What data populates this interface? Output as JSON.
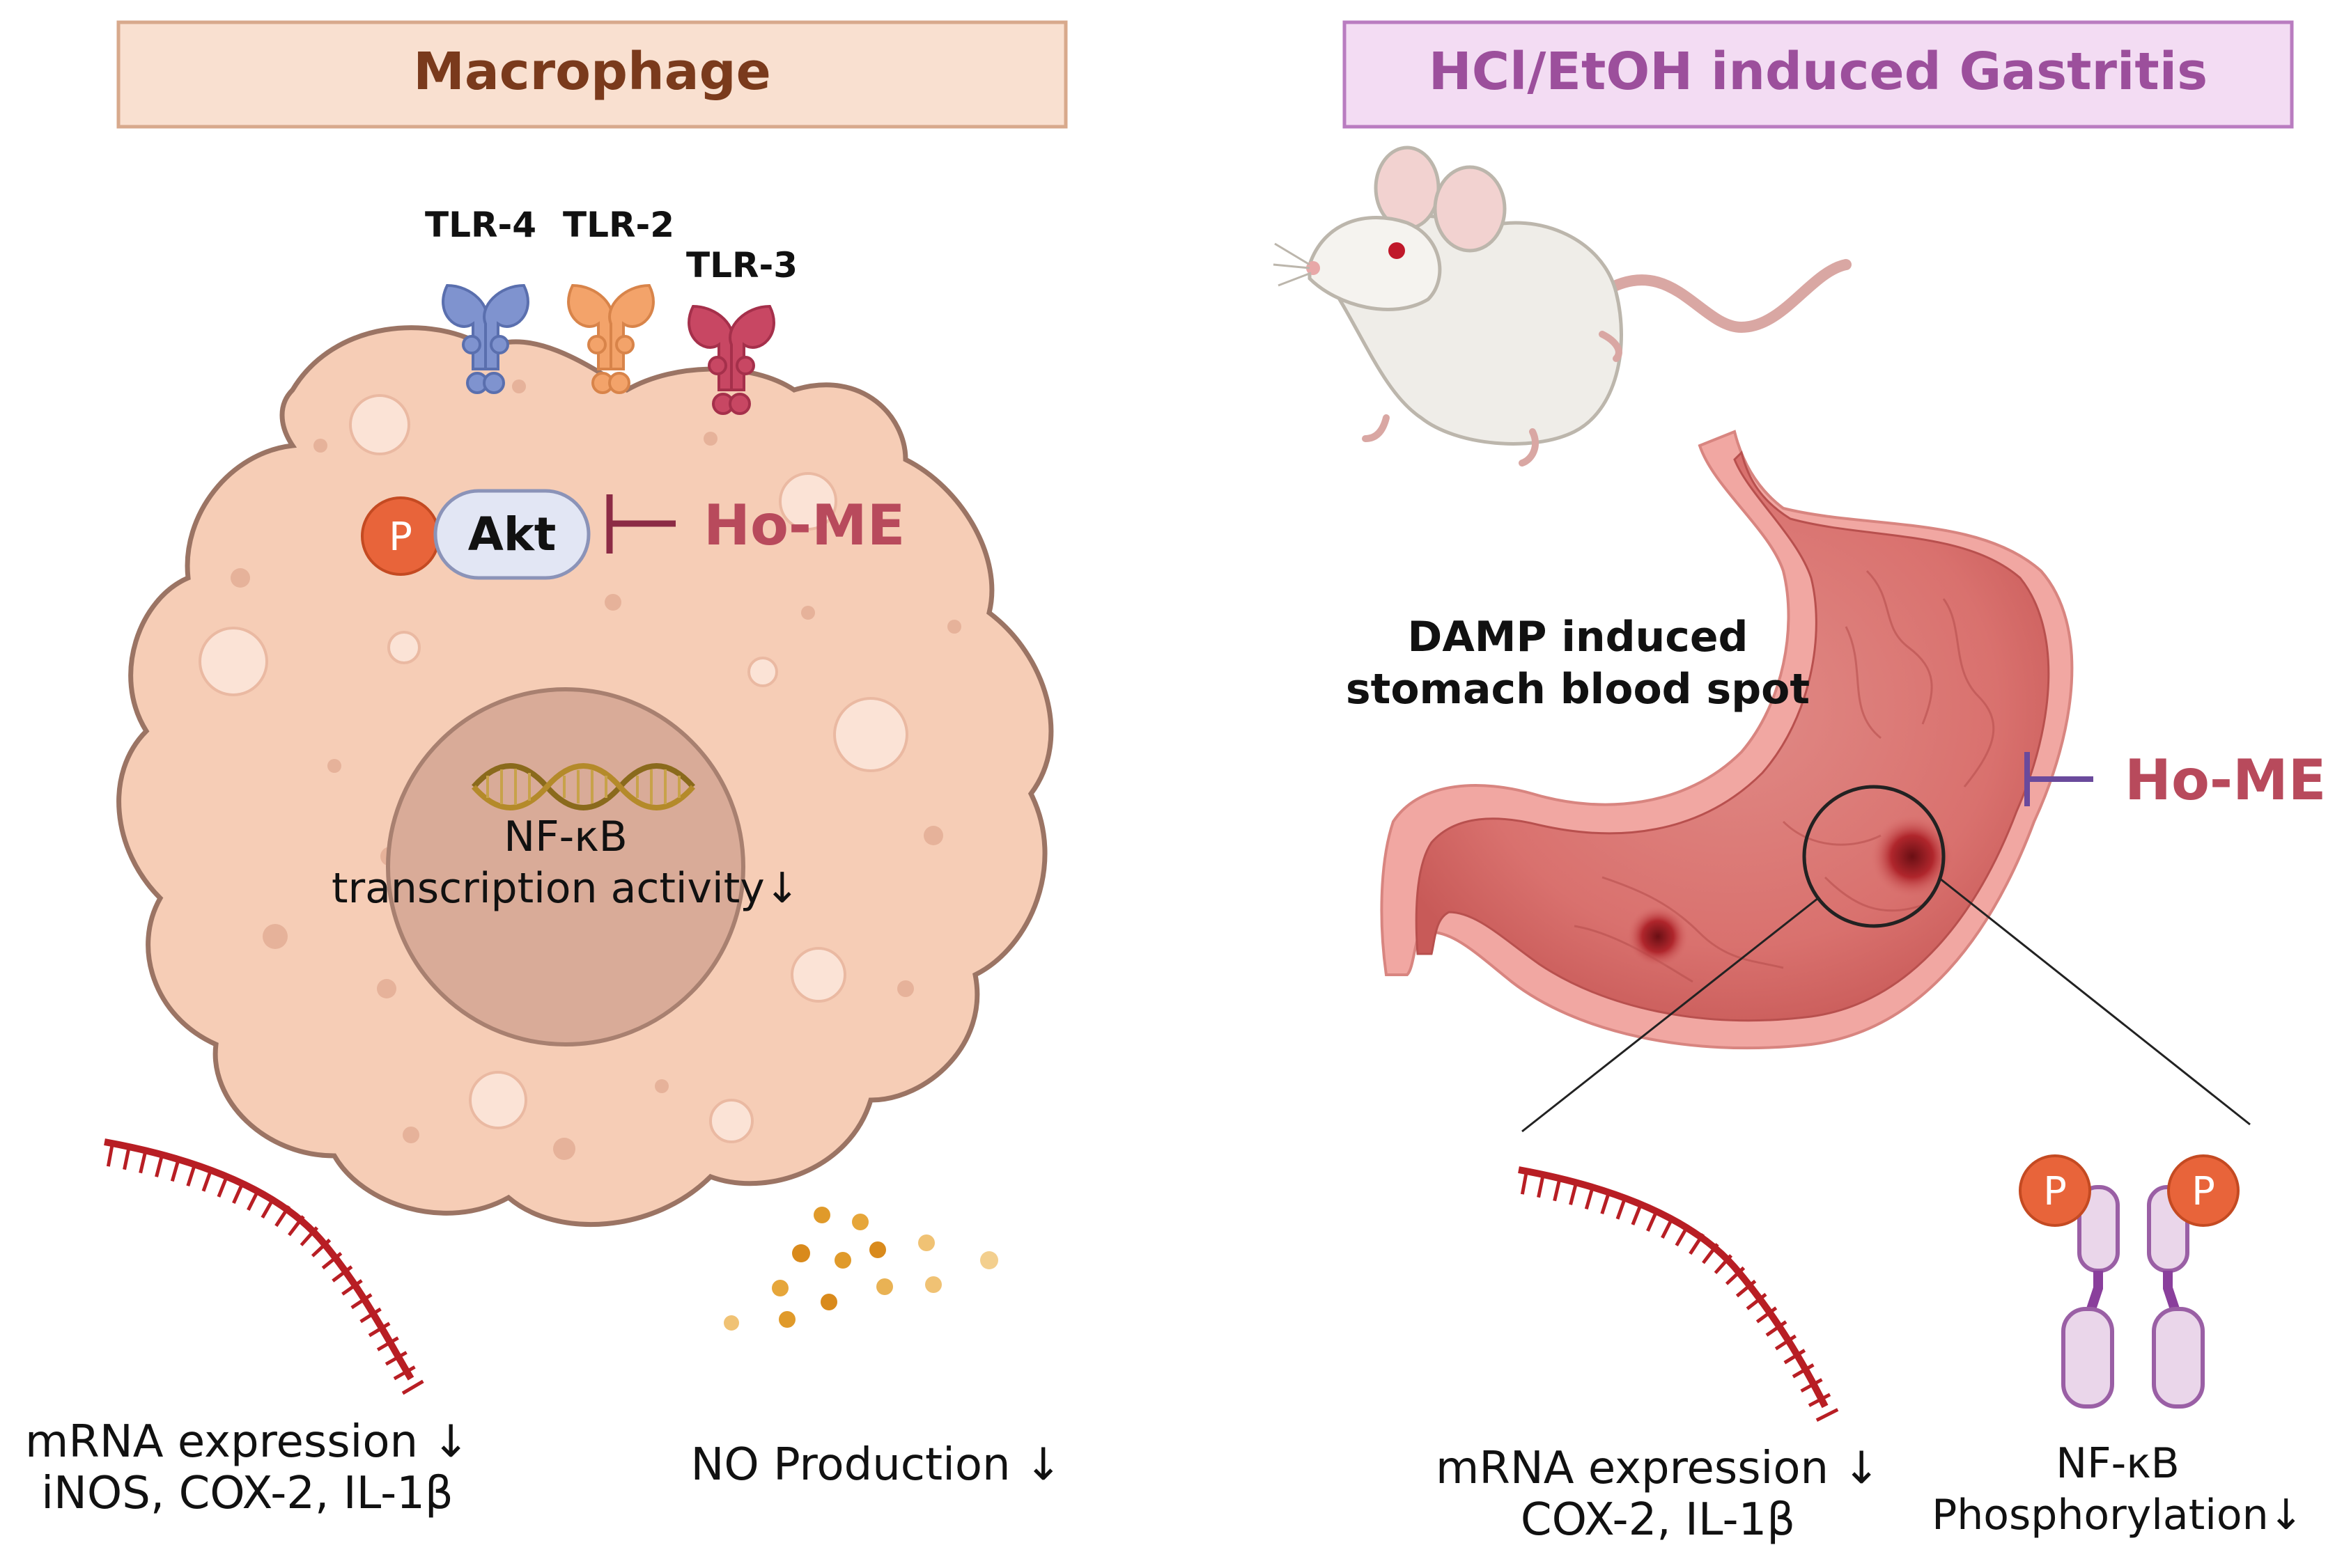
{
  "left_panel": {
    "title": "Macrophage",
    "receptors": [
      "TLR-4",
      "TLR-2",
      "TLR-3"
    ],
    "phospho_label": "P",
    "kinase_label": "Akt",
    "inhibitor_label": "Ho-ME",
    "nucleus_text_line1": "NF-κB",
    "nucleus_text_line2": "transcription activity↓",
    "mrna_line1": "mRNA expression ↓",
    "mrna_line2": "iNOS, COX-2, IL-1β",
    "no_label": "NO Production ↓"
  },
  "right_panel": {
    "title": "HCl/EtOH induced Gastritis",
    "damp_line1": "DAMP induced",
    "damp_line2": "stomach blood spot",
    "inhibitor_label": "Ho-ME",
    "mrna_line1": "mRNA expression ↓",
    "mrna_line2": "COX-2, IL-1β",
    "nfkb_line1": "NF-κB",
    "nfkb_line2": "Phosphorylation↓",
    "phospho_label": "P"
  },
  "colors": {
    "macrophage_title_bg": "#f9e0d0",
    "macrophage_title_text": "#7a3a1c",
    "gastritis_title_bg": "#f3dcf3",
    "gastritis_title_text": "#9c4f9c",
    "homE": "#b84a5c",
    "cell_fill": "#f6cdb6",
    "mrna": "#b81e24"
  }
}
